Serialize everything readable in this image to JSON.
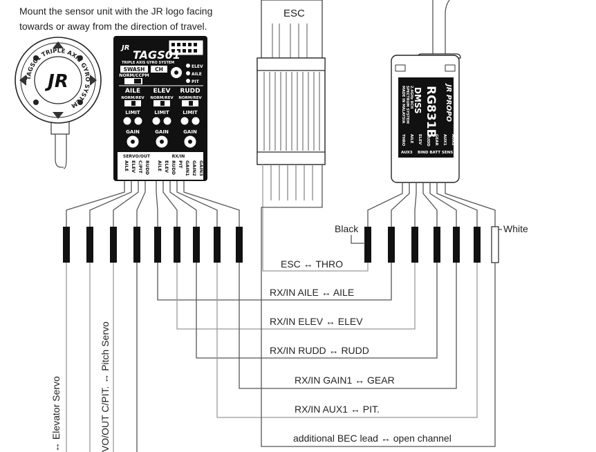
{
  "instructions": {
    "line1": "Mount the sensor unit  with the JR logo facing",
    "line2": "towards or away from the direction of travel."
  },
  "sensor": {
    "ring_text": "TAGS01 TRIPLE AXIS GYRO SYSTEM",
    "logo": "JR"
  },
  "esc": {
    "label": "ESC"
  },
  "gyro": {
    "brand": "JR",
    "model": "TAGS01",
    "subtitle": "TRIPLE AXIS GYRO SYSTEM",
    "swash_label": "SWASH",
    "swash_mode": "NORM/CCPM",
    "ch_label": "CH",
    "ch_options": [
      "ELEV",
      "AILE",
      "PIT"
    ],
    "axes": [
      "AILE",
      "ELEV",
      "RUDD"
    ],
    "normrev": "NORM/REV",
    "limit": "LIMIT",
    "gain": "GAIN",
    "servo_out_title": "SERVO/OUT",
    "servo_ports": [
      "AILE",
      "ELEV",
      "C/PIT",
      "RUDD"
    ],
    "rx_in_title": "RX/IN",
    "rx_ports": [
      "AILE",
      "ELEV",
      "RUDD",
      "PIT",
      "GAIN1",
      "GAIN2",
      "GAIN3"
    ]
  },
  "receiver": {
    "brand": "JR PROPO",
    "model": "RG831B",
    "tech": "DMSS",
    "desc": [
      "2.4GHz 8CH",
      "SPECTRUM SYSTEM",
      "MADE IN MALAYSIA"
    ],
    "ports": [
      "THRO",
      "AILE",
      "ELEV",
      "RUDD",
      "GEAR",
      "AUX1",
      "AUX2"
    ],
    "bottom_labels": [
      "AUX3",
      "BIND BATT SENS"
    ]
  },
  "wire_labels": {
    "black": "Black",
    "white": "White",
    "esc_thro": "ESC ↔ THRO",
    "aile": "RX/IN AILE ↔ AILE",
    "elev": "RX/IN ELEV ↔ ELEV",
    "rudd": "RX/IN RUDD ↔ RUDD",
    "gain1": "RX/IN GAIN1 ↔ GEAR",
    "aux1": "RX/IN AUX1 ↔ PIT.",
    "bec": "additional BEC lead ↔ open channel"
  },
  "servo_labels": {
    "elevator": "↔ Elevator Servo",
    "pitch": "VO/OUT C/PIT. ↔ Pitch Servo"
  }
}
